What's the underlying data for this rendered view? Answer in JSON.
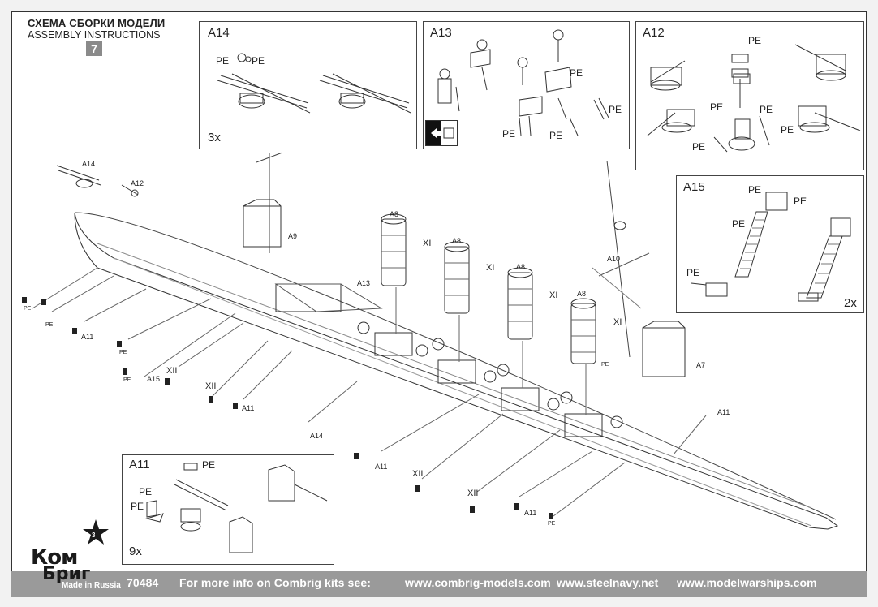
{
  "header": {
    "title_ru": "СХЕМА СБОРКИ МОДЕЛИ",
    "title_en": "ASSEMBLY INSTRUCTIONS",
    "step_number": "7"
  },
  "panels": {
    "a14": {
      "title": "A14",
      "count": "3x",
      "pe_left": "PE",
      "pe_right": "PE"
    },
    "a13": {
      "title": "A13",
      "pe1": "PE",
      "pe2": "PE",
      "pe3": "PE",
      "pe4": "PE"
    },
    "a12": {
      "title": "A12",
      "pe1": "PE",
      "pe2": "PE",
      "pe3": "PE",
      "pe4": "PE",
      "pe5": "PE"
    },
    "a15": {
      "title": "A15",
      "count": "2x",
      "pe1": "PE",
      "pe2": "PE",
      "pe3": "PE",
      "pe4": "PE"
    },
    "a11": {
      "title": "A11",
      "count": "9x",
      "pe1": "PE",
      "pe2": "PE",
      "pe3": "PE"
    }
  },
  "callouts": {
    "a14_top": "A14",
    "a12_top": "A12",
    "a9": "A9",
    "a8_1": "A8",
    "a8_2": "A8",
    "a8_3": "A8",
    "a8_4": "A8",
    "xi_1": "XI",
    "xi_2": "XI",
    "xi_3": "XI",
    "xi_4": "XI",
    "a13_mid": "A13",
    "a10": "A10",
    "a7": "A7",
    "pe_a7": "PE",
    "a11_r": "A11",
    "pe_l1": "PE",
    "pe_l2": "PE",
    "a11_l1": "A11",
    "pe_l3": "PE",
    "pe_a15": "PE",
    "a15": "A15",
    "xii_1": "XII",
    "xii_2": "XII",
    "a11_l2": "A11",
    "a14_bot": "A14",
    "a11_m": "A11",
    "xii_3": "XII",
    "xii_4": "XII",
    "a11_br": "A11",
    "pe_br": "PE"
  },
  "footer": {
    "kit_number": "70484",
    "info": "For more info on Combrig kits see:",
    "url1": "www.combrig-models.com",
    "url2": "www.steelnavy.net",
    "url3": "www.modelwarships.com"
  },
  "logo": {
    "line1": "Ком",
    "line2": "Бриг",
    "made_in": "Made in Russia"
  }
}
